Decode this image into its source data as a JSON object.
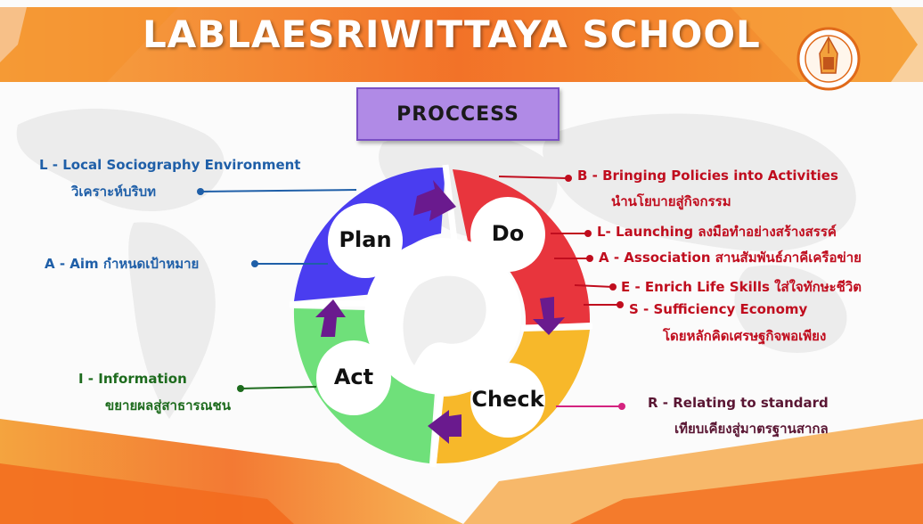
{
  "header": {
    "title": "LABLAESRIWITTAYA SCHOOL"
  },
  "badge": {
    "label": "PROCCESS"
  },
  "logo": {
    "name": "school-seal-icon"
  },
  "cycle": {
    "plan": "Plan",
    "do": "Do",
    "check": "Check",
    "act": "Act"
  },
  "left_labels": {
    "l_line1": "L -  Local Sociography Environment",
    "l_line2": "วิเคราะห์บริบท",
    "a_line1": "A - Aim  กำหนดเป้าหมาย",
    "i_line1": "I - Information",
    "i_line2": "ขยายผลสู่สาธารณชน"
  },
  "right_labels": {
    "b_line1": "B - Bringing Policies into Activities",
    "b_line2": "นำนโยบายสู่กิจกรรม",
    "l_line1": "L- Launching ลงมือทำอย่างสร้างสรรค์",
    "a_line1": "A - Association สานสัมพันธ์ภาคีเครือข่าย",
    "e_line1": "E - Enrich Life Skills ใส่ใจทักษะชีวิต",
    "s_line1": "S - Sufficiency Economy",
    "s_line2": "โดยหลักคิดเศรษฐกิจพอเพียง",
    "r_line1": "R - Relating to standard",
    "r_line2": "เทียบเคียงสู่มาตรฐานสากล"
  },
  "colors": {
    "plan": "#4a3df0",
    "do": "#e8353d",
    "check": "#f7b82a",
    "act": "#6fe07a",
    "arrow": "#6a1a8e",
    "banner": "#f26b1d"
  }
}
